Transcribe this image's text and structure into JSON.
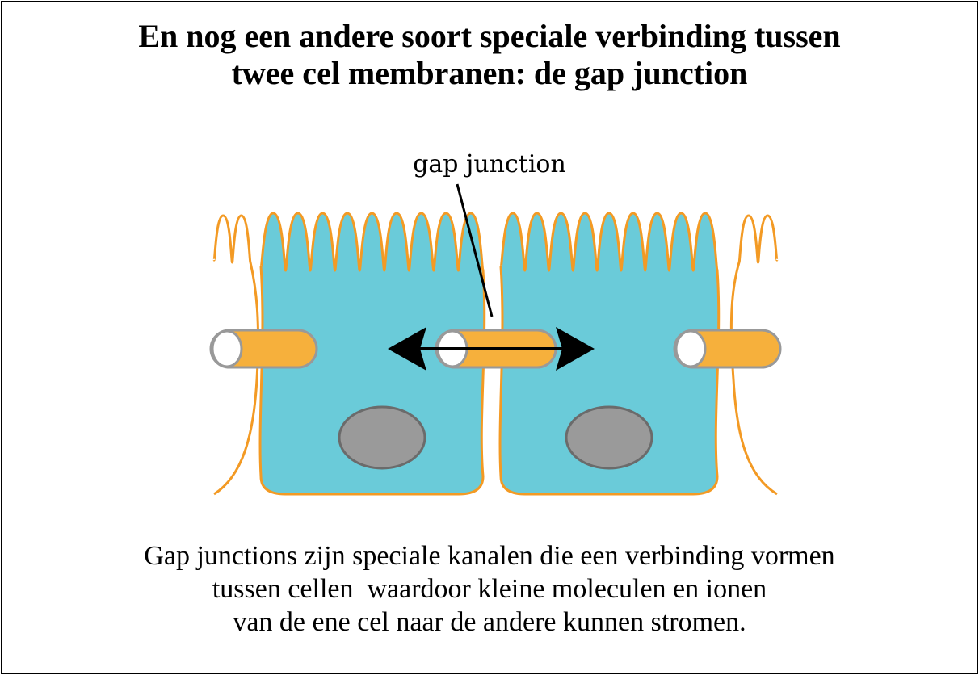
{
  "title": {
    "line1": "En nog een andere soort speciale verbinding tussen",
    "line2": "twee cel membranen: de gap junction"
  },
  "diagram": {
    "label": "gap junction",
    "colors": {
      "cytoplasm": "#6acbd9",
      "membrane": "#f39a24",
      "channel": "#f6b03c",
      "channel_outline": "#999999",
      "nucleus": "#9a9a9a",
      "nucleus_outline": "#6b6b6b",
      "arrow": "#000000"
    }
  },
  "caption": {
    "line1": "Gap junctions zijn speciale kanalen die een verbinding vormen",
    "line2": "tussen cellen  waardoor kleine moleculen en ionen",
    "line3": "van de ene cel naar de andere kunnen stromen."
  }
}
